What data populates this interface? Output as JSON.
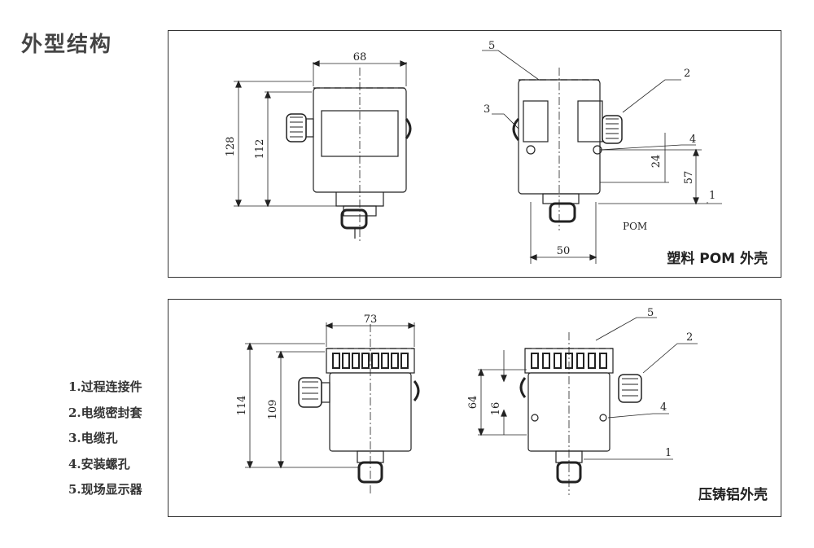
{
  "title": "外型结构",
  "legend": [
    "1.过程连接件",
    "2.电缆密封套",
    "3.电缆孔",
    "4.安装螺孔",
    "5.现场显示器"
  ],
  "top_panel": {
    "caption": "塑料 POM 外壳",
    "material_label": "POM",
    "dims": {
      "width_front": "68",
      "height_total": "128",
      "height_body": "112",
      "dim_24": "24",
      "dim_57": "57",
      "width_side": "50"
    },
    "callouts": {
      "c1": "1",
      "c2": "2",
      "c3": "3",
      "c4": "4",
      "c5": "5"
    }
  },
  "bottom_panel": {
    "caption": "压铸铝外壳",
    "dims": {
      "width_front": "73",
      "height_total": "114",
      "height_body": "109",
      "dim_64": "64",
      "dim_16": "16"
    },
    "callouts": {
      "c1": "1",
      "c2": "2",
      "c4": "4",
      "c5": "5"
    }
  }
}
